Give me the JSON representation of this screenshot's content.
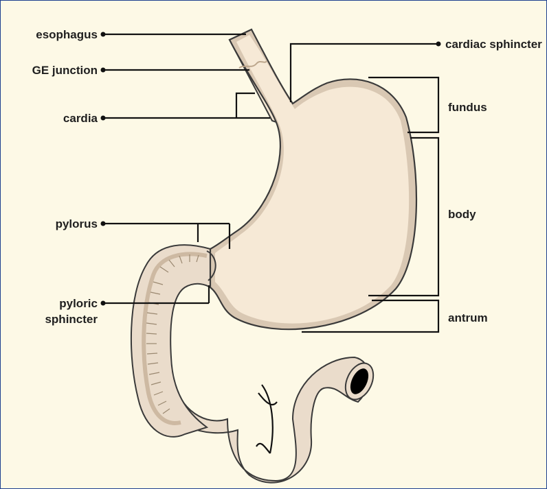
{
  "labels": {
    "esophagus": "esophagus",
    "ge_junction": "GE junction",
    "cardia": "cardia",
    "pylorus": "pylorus",
    "pyloric_sphincter_line1": "pyloric",
    "pyloric_sphincter_line2": "sphincter",
    "cardiac_sphincter": "cardiac sphincter",
    "fundus": "fundus",
    "body": "body",
    "antrum": "antrum"
  },
  "colors": {
    "background": "#fdf9e6",
    "frame_border": "#1c3f8f",
    "stomach_fill": "#f6e9d6",
    "stomach_wall": "#d9c8b3",
    "outline": "#3a3a3a",
    "intestine_fill": "#eadccb",
    "leader_lines": "#111111",
    "lumen": "#000000"
  }
}
